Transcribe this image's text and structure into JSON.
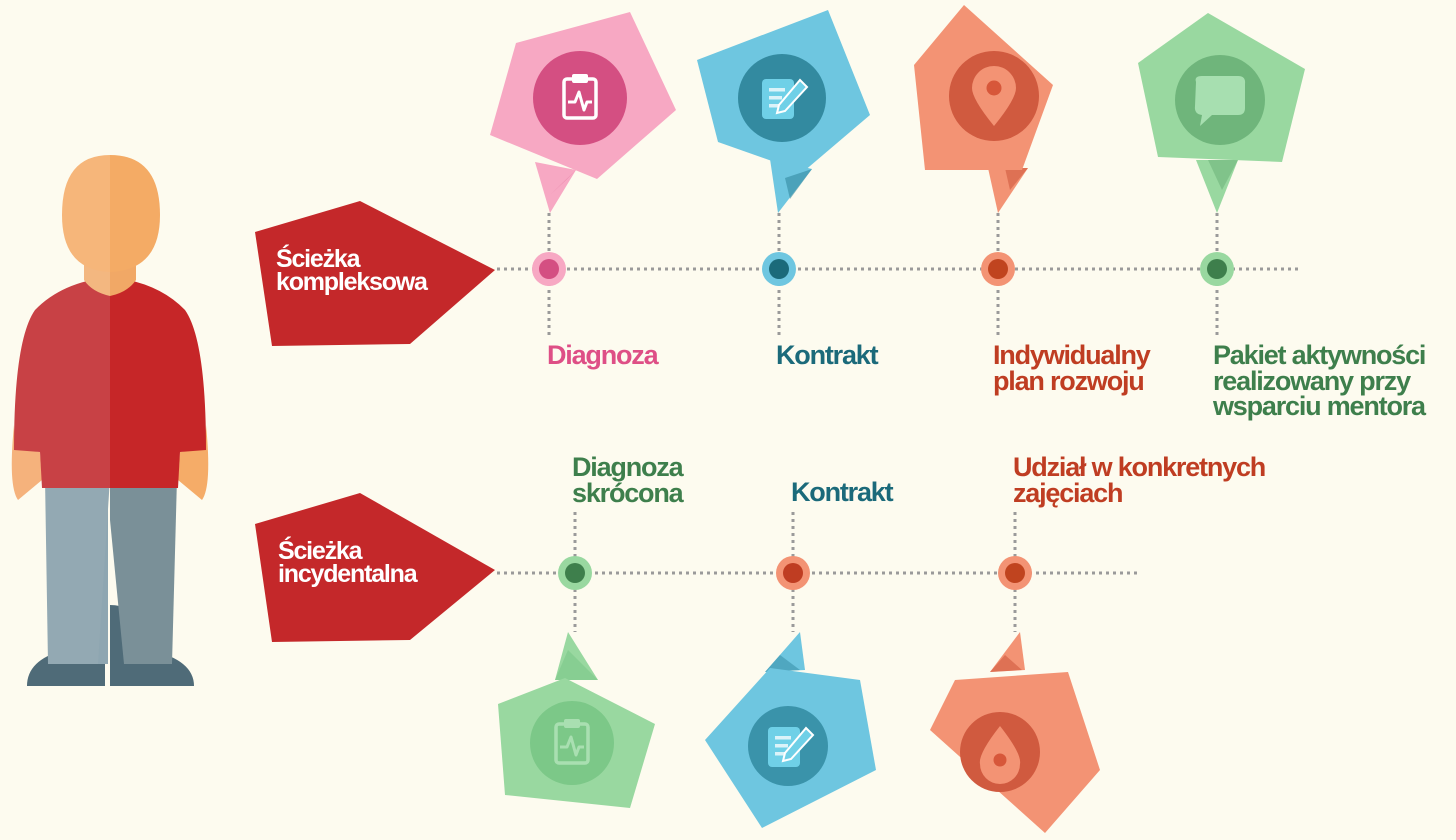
{
  "colors": {
    "background": "#fdfbef",
    "path_tag": "#c4282a",
    "pink": "#f7a8c3",
    "pink_dark": "#d44f82",
    "blue": "#6ec6e0",
    "blue_dark": "#1b6a7a",
    "orange": "#f39374",
    "orange_dark": "#c0441f",
    "green": "#99d8a0",
    "green_dark": "#3e7f4c"
  },
  "paths": [
    {
      "tag": "Ścieżka kompleksowa",
      "tag_lines": [
        "Ścieżka",
        "kompleksowa"
      ],
      "steps": [
        {
          "label_lines": [
            "Diagnoza"
          ],
          "color": "#de4f86",
          "icon": "clipboard-pulse-icon"
        },
        {
          "label_lines": [
            "Kontrakt"
          ],
          "color": "#1b6a7a",
          "icon": "document-pen-icon"
        },
        {
          "label_lines": [
            "Indywidualny",
            "plan rozwoju"
          ],
          "color": "#bf3d22",
          "icon": "map-pin-icon"
        },
        {
          "label_lines": [
            "Pakiet aktywności",
            "realizowany przy",
            "wsparciu mentora"
          ],
          "color": "#3e7f4c",
          "icon": "speech-bubble-icon"
        }
      ]
    },
    {
      "tag": "Ścieżka incydentalna",
      "tag_lines": [
        "Ścieżka",
        "incydentalna"
      ],
      "steps": [
        {
          "label_lines": [
            "Diagnoza",
            "skrócona"
          ],
          "color": "#3e7f4c",
          "icon": "clipboard-pulse-icon"
        },
        {
          "label_lines": [
            "Kontrakt"
          ],
          "color": "#1b6a7a",
          "icon": "document-pen-icon"
        },
        {
          "label_lines": [
            "Udział w konkretnych",
            "zajęciach"
          ],
          "color": "#bf3d22",
          "icon": "drop-icon"
        }
      ]
    }
  ]
}
